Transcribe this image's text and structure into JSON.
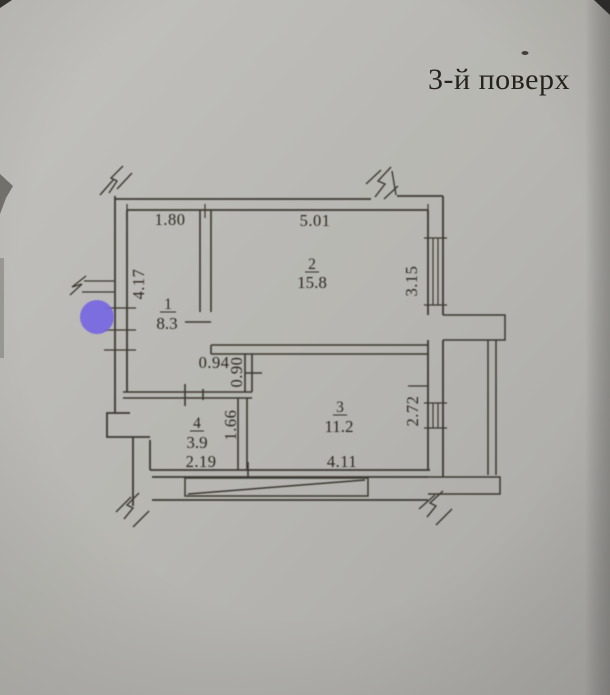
{
  "page": {
    "title": "3-й поверх"
  },
  "colors": {
    "paper": "#bcbbb7",
    "ink": "#34312b",
    "marker": "#7767e2"
  },
  "floorplan": {
    "rooms": [
      {
        "number": "1",
        "area": "8.3"
      },
      {
        "number": "2",
        "area": "15.8"
      },
      {
        "number": "3",
        "area": "11.2"
      },
      {
        "number": "4",
        "area": "3.9"
      }
    ],
    "dimensions": {
      "top_left_width": "1.80",
      "top_right_width": "5.01",
      "left_height": "4.17",
      "right_upper_height": "3.15",
      "right_lower_height": "2.72",
      "corridor_width": "0.94",
      "corridor_opening": "0.90",
      "room4_inner_height": "1.66",
      "room4_width": "2.19",
      "room3_width": "4.11"
    }
  }
}
